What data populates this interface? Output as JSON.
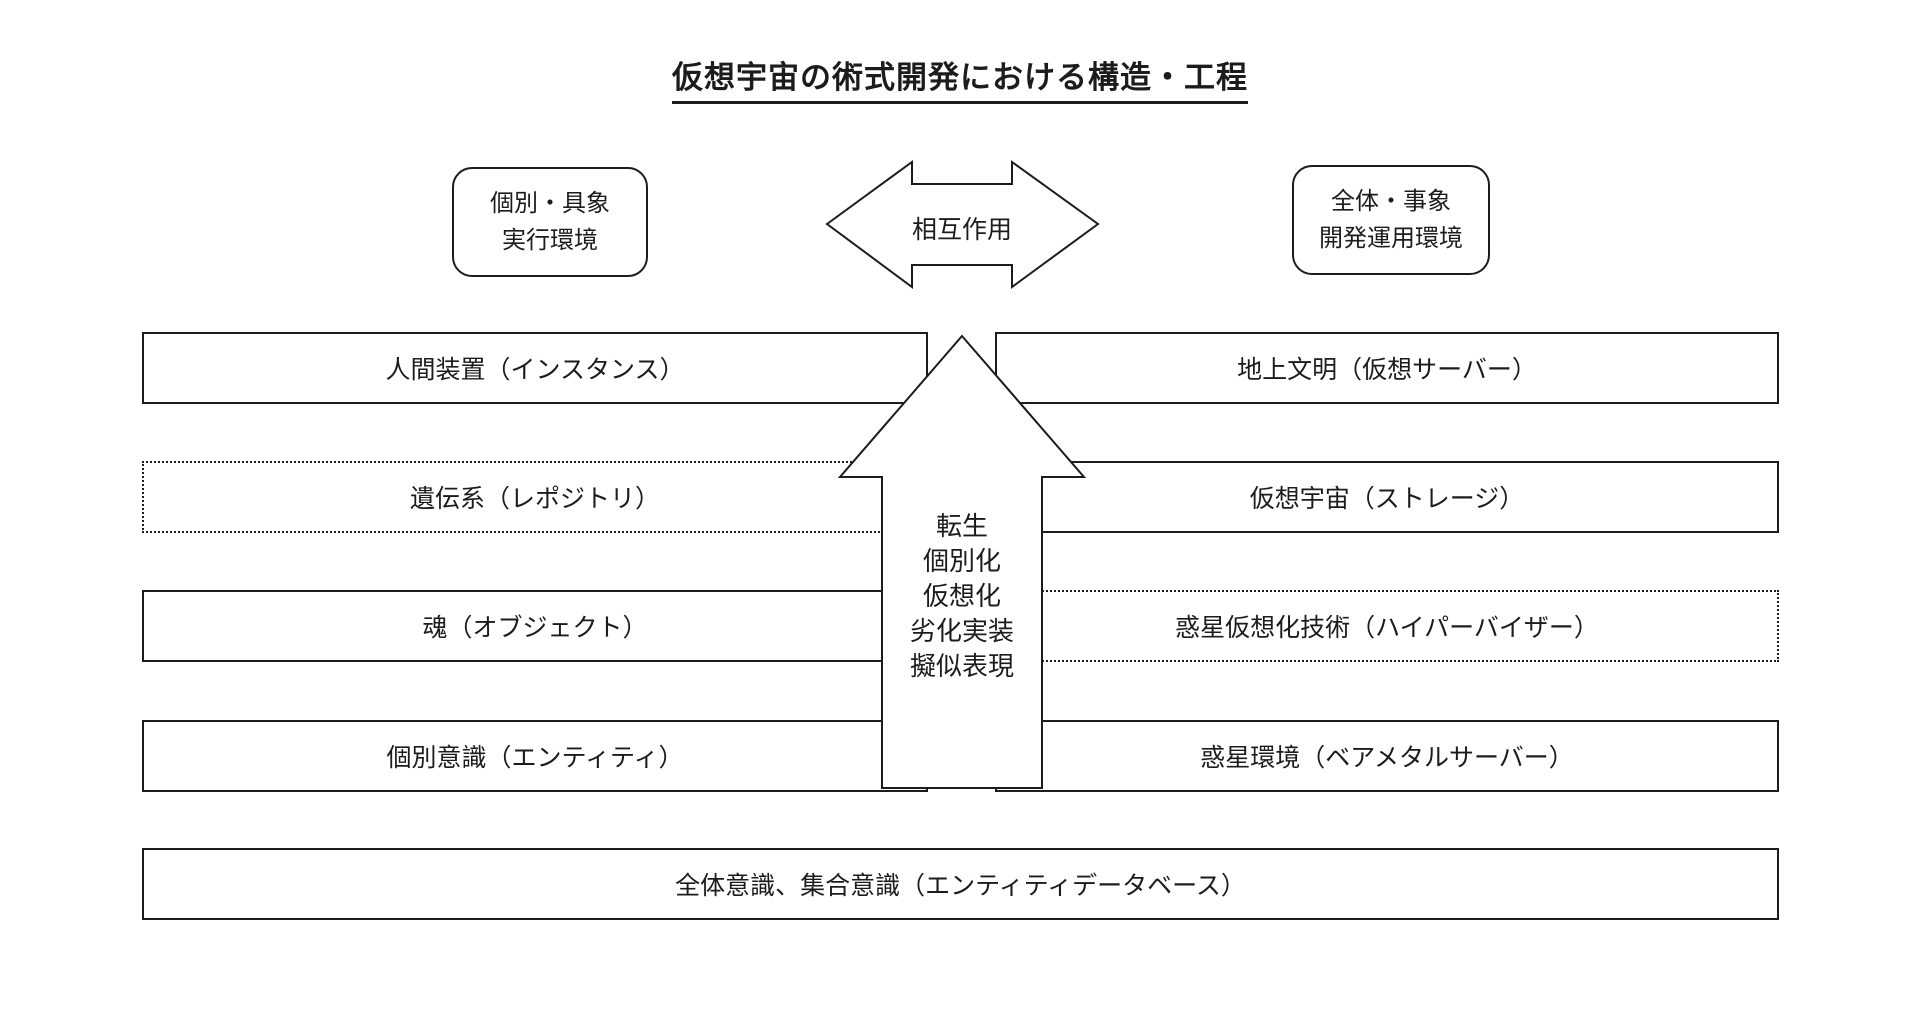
{
  "title": "仮想宇宙の術式開発における構造・工程",
  "colors": {
    "line": "#1c1c1c",
    "background": "#ffffff",
    "text": "#1c1c1c"
  },
  "pills": {
    "left": {
      "lines": [
        "個別・具象",
        "実行環境"
      ]
    },
    "right": {
      "lines": [
        "全体・事象",
        "開発運用環境"
      ]
    }
  },
  "interaction_arrow": {
    "label": "相互作用"
  },
  "rows": [
    {
      "left": {
        "label": "人間装置（インスタンス）",
        "border": "solid"
      },
      "right": {
        "label": "地上文明（仮想サーバー）",
        "border": "solid"
      }
    },
    {
      "left": {
        "label": "遺伝系（レポジトリ）",
        "border": "dotted"
      },
      "right": {
        "label": "仮想宇宙（ストレージ）",
        "border": "solid"
      }
    },
    {
      "left": {
        "label": "魂（オブジェクト）",
        "border": "solid"
      },
      "right": {
        "label": "惑星仮想化技術（ハイパーバイザー）",
        "border": "dotted"
      }
    },
    {
      "left": {
        "label": "個別意識（エンティティ）",
        "border": "solid"
      },
      "right": {
        "label": "惑星環境（ベアメタルサーバー）",
        "border": "solid"
      }
    }
  ],
  "bottom_row": {
    "label": "全体意識、集合意識（エンティティデータベース）",
    "border": "solid"
  },
  "up_arrow": {
    "lines": [
      "転生",
      "個別化",
      "仮想化",
      "劣化実装",
      "擬似表現"
    ]
  }
}
